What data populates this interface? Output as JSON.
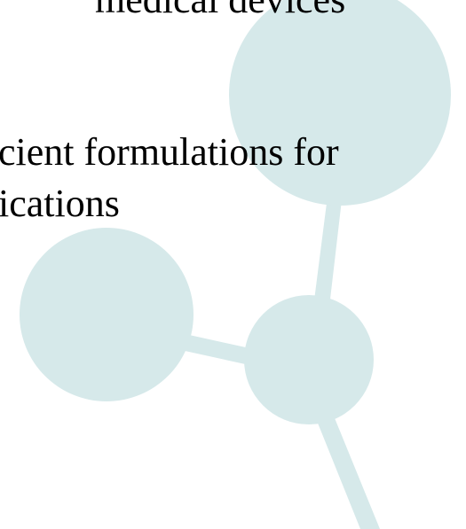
{
  "text": {
    "line_top": "medical devices",
    "line_1": "cient formulations for",
    "line_2": "ications"
  },
  "colors": {
    "molecule": "#d6e9ea",
    "text": "#000000",
    "background": "#ffffff"
  }
}
